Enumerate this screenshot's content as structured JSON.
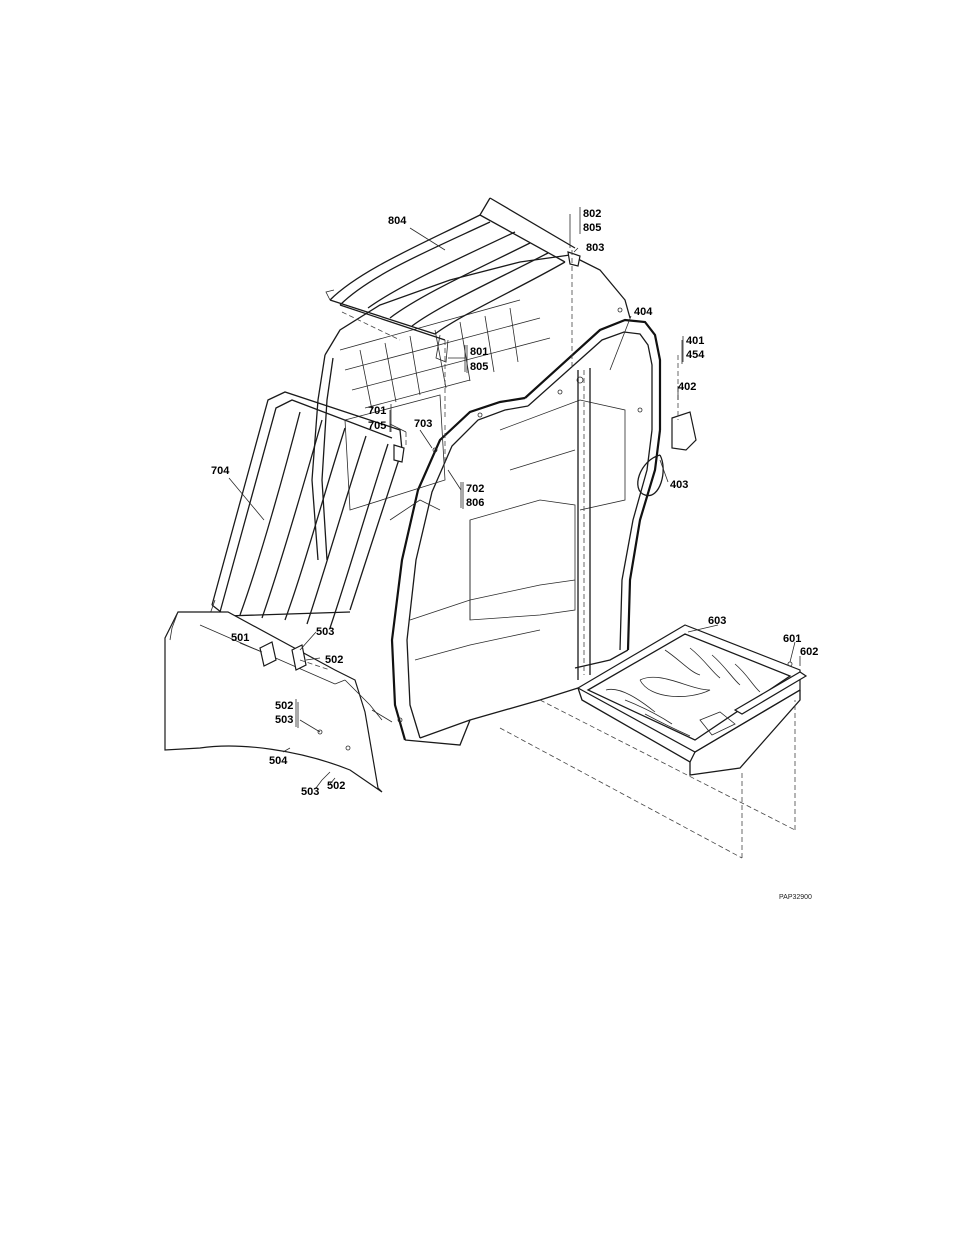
{
  "drawing_id": "PAP32900",
  "callouts": [
    {
      "id": "804",
      "label": "804"
    },
    {
      "id": "802",
      "label": "802"
    },
    {
      "id": "805a",
      "label": "805"
    },
    {
      "id": "803",
      "label": "803"
    },
    {
      "id": "404",
      "label": "404"
    },
    {
      "id": "401",
      "label": "401"
    },
    {
      "id": "454",
      "label": "454"
    },
    {
      "id": "801",
      "label": "801"
    },
    {
      "id": "805b",
      "label": "805"
    },
    {
      "id": "402",
      "label": "402"
    },
    {
      "id": "701",
      "label": "701"
    },
    {
      "id": "705",
      "label": "705"
    },
    {
      "id": "703",
      "label": "703"
    },
    {
      "id": "704",
      "label": "704"
    },
    {
      "id": "403",
      "label": "403"
    },
    {
      "id": "702",
      "label": "702"
    },
    {
      "id": "806",
      "label": "806"
    },
    {
      "id": "603",
      "label": "603"
    },
    {
      "id": "601",
      "label": "601"
    },
    {
      "id": "602",
      "label": "602"
    },
    {
      "id": "501",
      "label": "501"
    },
    {
      "id": "503a",
      "label": "503"
    },
    {
      "id": "502a",
      "label": "502"
    },
    {
      "id": "502b",
      "label": "502"
    },
    {
      "id": "503b",
      "label": "503"
    },
    {
      "id": "504",
      "label": "504"
    },
    {
      "id": "503c",
      "label": "503"
    },
    {
      "id": "502c",
      "label": "502"
    }
  ]
}
